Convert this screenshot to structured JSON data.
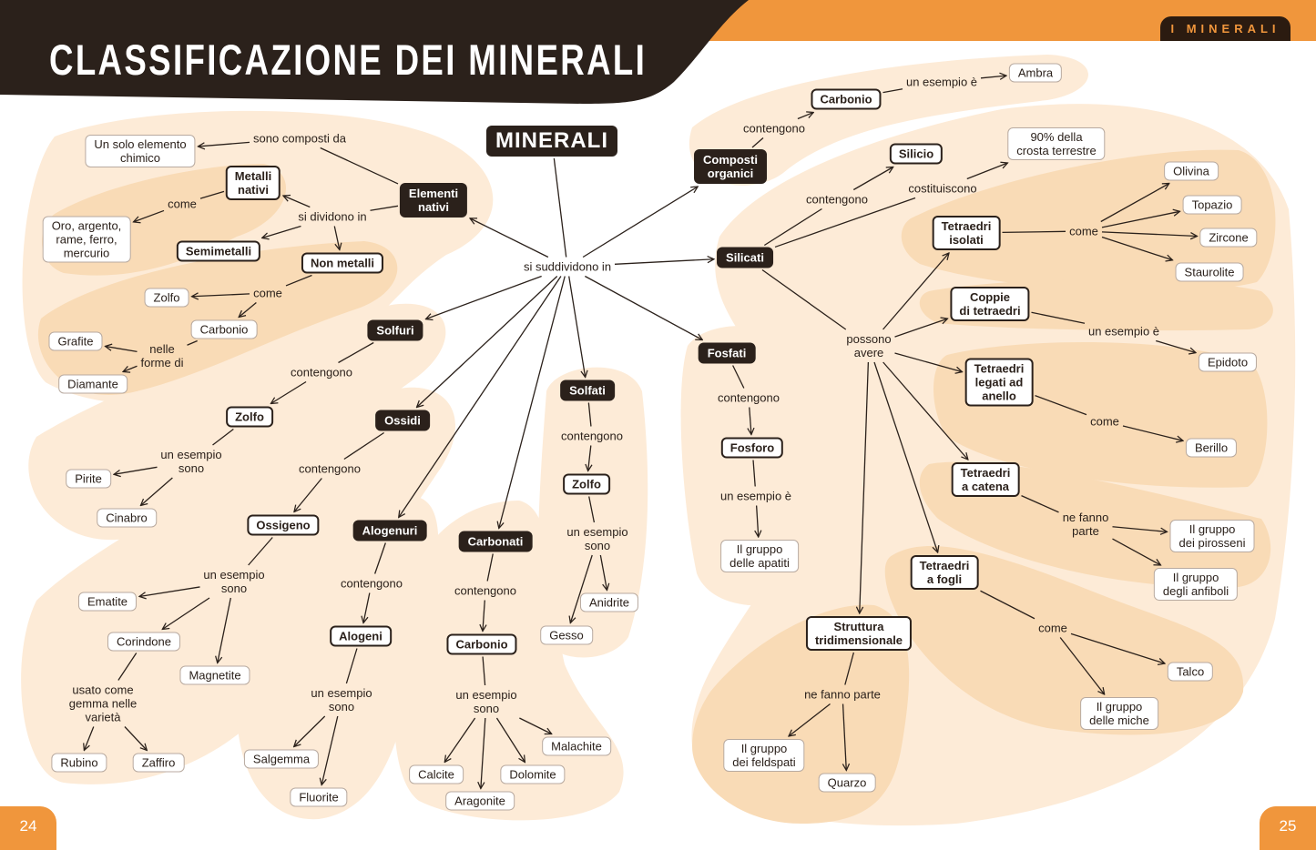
{
  "header": {
    "title": "CLASSIFICAZIONE DEI MINERALI",
    "section_tag": "I MINERALI",
    "page_left": "24",
    "page_right": "25"
  },
  "colors": {
    "dark": "#2b211b",
    "orange": "#f0963c",
    "blob_light": "#fdebd7",
    "blob_dark": "#f9dbb6"
  },
  "nodes": {
    "minerali": {
      "text": "MINERALI",
      "style": "d"
    },
    "suddividono": {
      "text": "si suddividono in",
      "style": "t"
    },
    "elementi": {
      "text": "Elementi\nnativi",
      "style": "d"
    },
    "composti_da": {
      "text": "sono composti da",
      "style": "t"
    },
    "un_solo": {
      "text": "Un solo elemento\nchimico",
      "style": "l"
    },
    "si_dividono": {
      "text": "si dividono in",
      "style": "t"
    },
    "metalli": {
      "text": "Metalli\nnativi",
      "style": "b"
    },
    "come1": {
      "text": "come",
      "style": "t"
    },
    "oro": {
      "text": "Oro, argento,\nrame, ferro,\nmercurio",
      "style": "l"
    },
    "semimetalli": {
      "text": "Semimetalli",
      "style": "b"
    },
    "nonmetalli": {
      "text": "Non metalli",
      "style": "b"
    },
    "come2": {
      "text": "come",
      "style": "t"
    },
    "zolfo1": {
      "text": "Zolfo",
      "style": "l"
    },
    "carbonio1": {
      "text": "Carbonio",
      "style": "l"
    },
    "nelle": {
      "text": "nelle\nforme di",
      "style": "t"
    },
    "grafite": {
      "text": "Grafite",
      "style": "l"
    },
    "diamante": {
      "text": "Diamante",
      "style": "l"
    },
    "solfuri": {
      "text": "Solfuri",
      "style": "d"
    },
    "contengono1": {
      "text": "contengono",
      "style": "t"
    },
    "zolfo2": {
      "text": "Zolfo",
      "style": "b"
    },
    "esempio1": {
      "text": "un esempio\nsono",
      "style": "t"
    },
    "pirite": {
      "text": "Pirite",
      "style": "l"
    },
    "cinabro": {
      "text": "Cinabro",
      "style": "l"
    },
    "ossidi": {
      "text": "Ossidi",
      "style": "d"
    },
    "contengono2": {
      "text": "contengono",
      "style": "t"
    },
    "ossigeno": {
      "text": "Ossigeno",
      "style": "b"
    },
    "esempio2": {
      "text": "un esempio\nsono",
      "style": "t"
    },
    "ematite": {
      "text": "Ematite",
      "style": "l"
    },
    "corindone": {
      "text": "Corindone",
      "style": "l"
    },
    "magnetite": {
      "text": "Magnetite",
      "style": "l"
    },
    "usato": {
      "text": "usato come\ngemma nelle\nvarietà",
      "style": "t"
    },
    "rubino": {
      "text": "Rubino",
      "style": "l"
    },
    "zaffiro": {
      "text": "Zaffiro",
      "style": "l"
    },
    "alogenuri": {
      "text": "Alogenuri",
      "style": "d"
    },
    "contengono3": {
      "text": "contengono",
      "style": "t"
    },
    "alogeni": {
      "text": "Alogeni",
      "style": "b"
    },
    "esempio3": {
      "text": "un esempio\nsono",
      "style": "t"
    },
    "salgemma": {
      "text": "Salgemma",
      "style": "l"
    },
    "fluorite": {
      "text": "Fluorite",
      "style": "l"
    },
    "carbonati": {
      "text": "Carbonati",
      "style": "d"
    },
    "contengono4": {
      "text": "contengono",
      "style": "t"
    },
    "carbonio2": {
      "text": "Carbonio",
      "style": "b"
    },
    "esempio4": {
      "text": "un esempio\nsono",
      "style": "t"
    },
    "malachite": {
      "text": "Malachite",
      "style": "l"
    },
    "calcite": {
      "text": "Calcite",
      "style": "l"
    },
    "dolomite": {
      "text": "Dolomite",
      "style": "l"
    },
    "aragonite": {
      "text": "Aragonite",
      "style": "l"
    },
    "solfati": {
      "text": "Solfati",
      "style": "d"
    },
    "contengono5": {
      "text": "contengono",
      "style": "t"
    },
    "zolfo3": {
      "text": "Zolfo",
      "style": "b"
    },
    "esempio5": {
      "text": "un esempio\nsono",
      "style": "t"
    },
    "anidrite": {
      "text": "Anidrite",
      "style": "l"
    },
    "gesso": {
      "text": "Gesso",
      "style": "l"
    },
    "fosfati": {
      "text": "Fosfati",
      "style": "d"
    },
    "contengono6": {
      "text": "contengono",
      "style": "t"
    },
    "fosforo": {
      "text": "Fosforo",
      "style": "b"
    },
    "esempio6": {
      "text": "un esempio è",
      "style": "t"
    },
    "apatiti": {
      "text": "Il gruppo\ndelle apatiti",
      "style": "l"
    },
    "composti": {
      "text": "Composti\norganici",
      "style": "d"
    },
    "contengono7": {
      "text": "contengono",
      "style": "t"
    },
    "carbonio3": {
      "text": "Carbonio",
      "style": "b"
    },
    "esempio7": {
      "text": "un esempio è",
      "style": "t"
    },
    "ambra": {
      "text": "Ambra",
      "style": "l"
    },
    "silicati": {
      "text": "Silicati",
      "style": "d"
    },
    "contengono8": {
      "text": "contengono",
      "style": "t"
    },
    "silicio": {
      "text": "Silicio",
      "style": "b"
    },
    "costituiscono": {
      "text": "costituiscono",
      "style": "t"
    },
    "crosta": {
      "text": "90% della\ncrosta terrestre",
      "style": "l"
    },
    "tisolati": {
      "text": "Tetraedri\nisolati",
      "style": "b"
    },
    "come3": {
      "text": "come",
      "style": "t"
    },
    "olivina": {
      "text": "Olivina",
      "style": "l"
    },
    "topazio": {
      "text": "Topazio",
      "style": "l"
    },
    "zircone": {
      "text": "Zircone",
      "style": "l"
    },
    "staurolite": {
      "text": "Staurolite",
      "style": "l"
    },
    "possono": {
      "text": "possono\navere",
      "style": "t"
    },
    "coppie": {
      "text": "Coppie\ndi tetraedri",
      "style": "b"
    },
    "esempio8": {
      "text": "un esempio è",
      "style": "t"
    },
    "epidoto": {
      "text": "Epidoto",
      "style": "l"
    },
    "anello": {
      "text": "Tetraedri\nlegati ad\nanello",
      "style": "b"
    },
    "come4": {
      "text": "come",
      "style": "t"
    },
    "berillo": {
      "text": "Berillo",
      "style": "l"
    },
    "catena": {
      "text": "Tetraedri\na catena",
      "style": "b"
    },
    "nefanno1": {
      "text": "ne fanno\nparte",
      "style": "t"
    },
    "pirosseni": {
      "text": "Il gruppo\ndei pirosseni",
      "style": "l"
    },
    "anfiboli": {
      "text": "Il gruppo\ndegli anfiboli",
      "style": "l"
    },
    "fogli": {
      "text": "Tetraedri\na fogli",
      "style": "b"
    },
    "come5": {
      "text": "come",
      "style": "t"
    },
    "talco": {
      "text": "Talco",
      "style": "l"
    },
    "miche": {
      "text": "Il gruppo\ndelle miche",
      "style": "l"
    },
    "struttura": {
      "text": "Struttura\ntridimensionale",
      "style": "b"
    },
    "nefanno2": {
      "text": "ne fanno parte",
      "style": "t"
    },
    "feldspati": {
      "text": "Il gruppo\ndei feldspati",
      "style": "l"
    },
    "quarzo": {
      "text": "Quarzo",
      "style": "l"
    }
  }
}
